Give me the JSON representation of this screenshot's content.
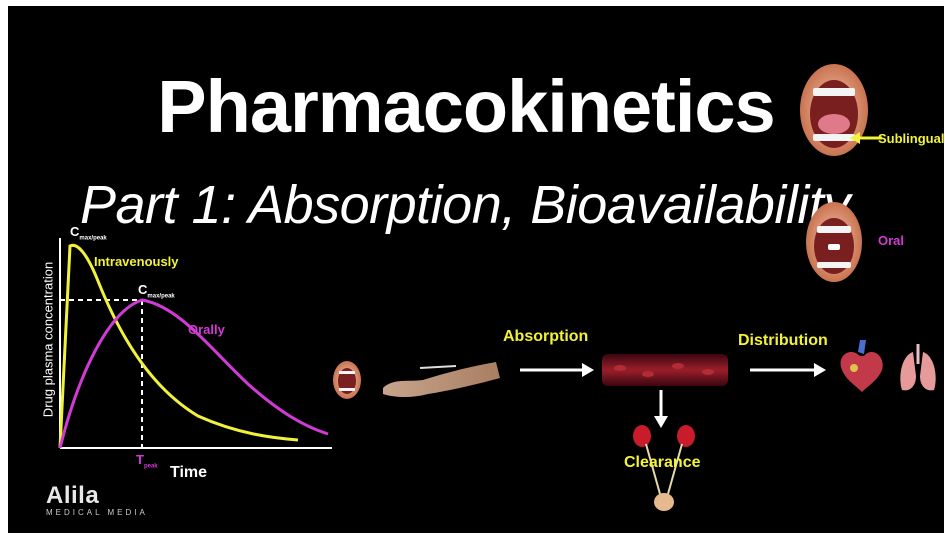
{
  "title": "Pharmacokinetics",
  "subtitle": "Part 1: Absorption, Bioavailability",
  "graph": {
    "ylabel": "Drug plasma concentration",
    "xlabel": "Time",
    "iv_label": "Intravenously",
    "oral_label": "Orally",
    "cmax_iv": {
      "main": "C",
      "sub": "max/peak"
    },
    "cmax_oral": {
      "main": "C",
      "sub": "max/peak"
    },
    "tpeak": {
      "main": "T",
      "sub": "peak"
    }
  },
  "routes": {
    "sublingual": "Sublingual",
    "oral": "Oral"
  },
  "flow": {
    "absorption": "Absorption",
    "distribution": "Distribution",
    "clearance": "Clearance"
  },
  "logo": {
    "name": "Alila",
    "sub": "MEDICAL MEDIA"
  },
  "colors": {
    "background": "#000000",
    "iv_curve": "#f2f23a",
    "oral_curve": "#d23ad6",
    "text": "#ffffff"
  }
}
